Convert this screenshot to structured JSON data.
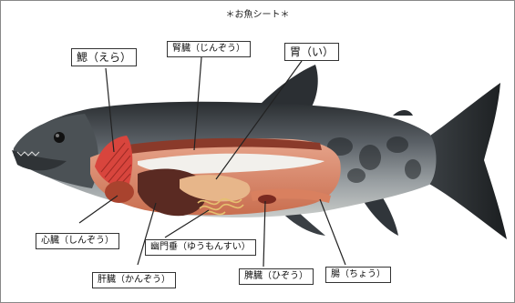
{
  "title": "＊お魚シート＊",
  "labels": {
    "gills": "鰓（えら）",
    "kidney": "腎臓（じんぞう）",
    "stomach": "胃（い）",
    "heart": "心臓（しんぞう）",
    "pyloric": "幽門垂（ゆうもんすい）",
    "liver": "肝臓（かんぞう）",
    "spleen": "脾臓（ひぞう）",
    "intestine": "腸（ちょう）"
  }
}
